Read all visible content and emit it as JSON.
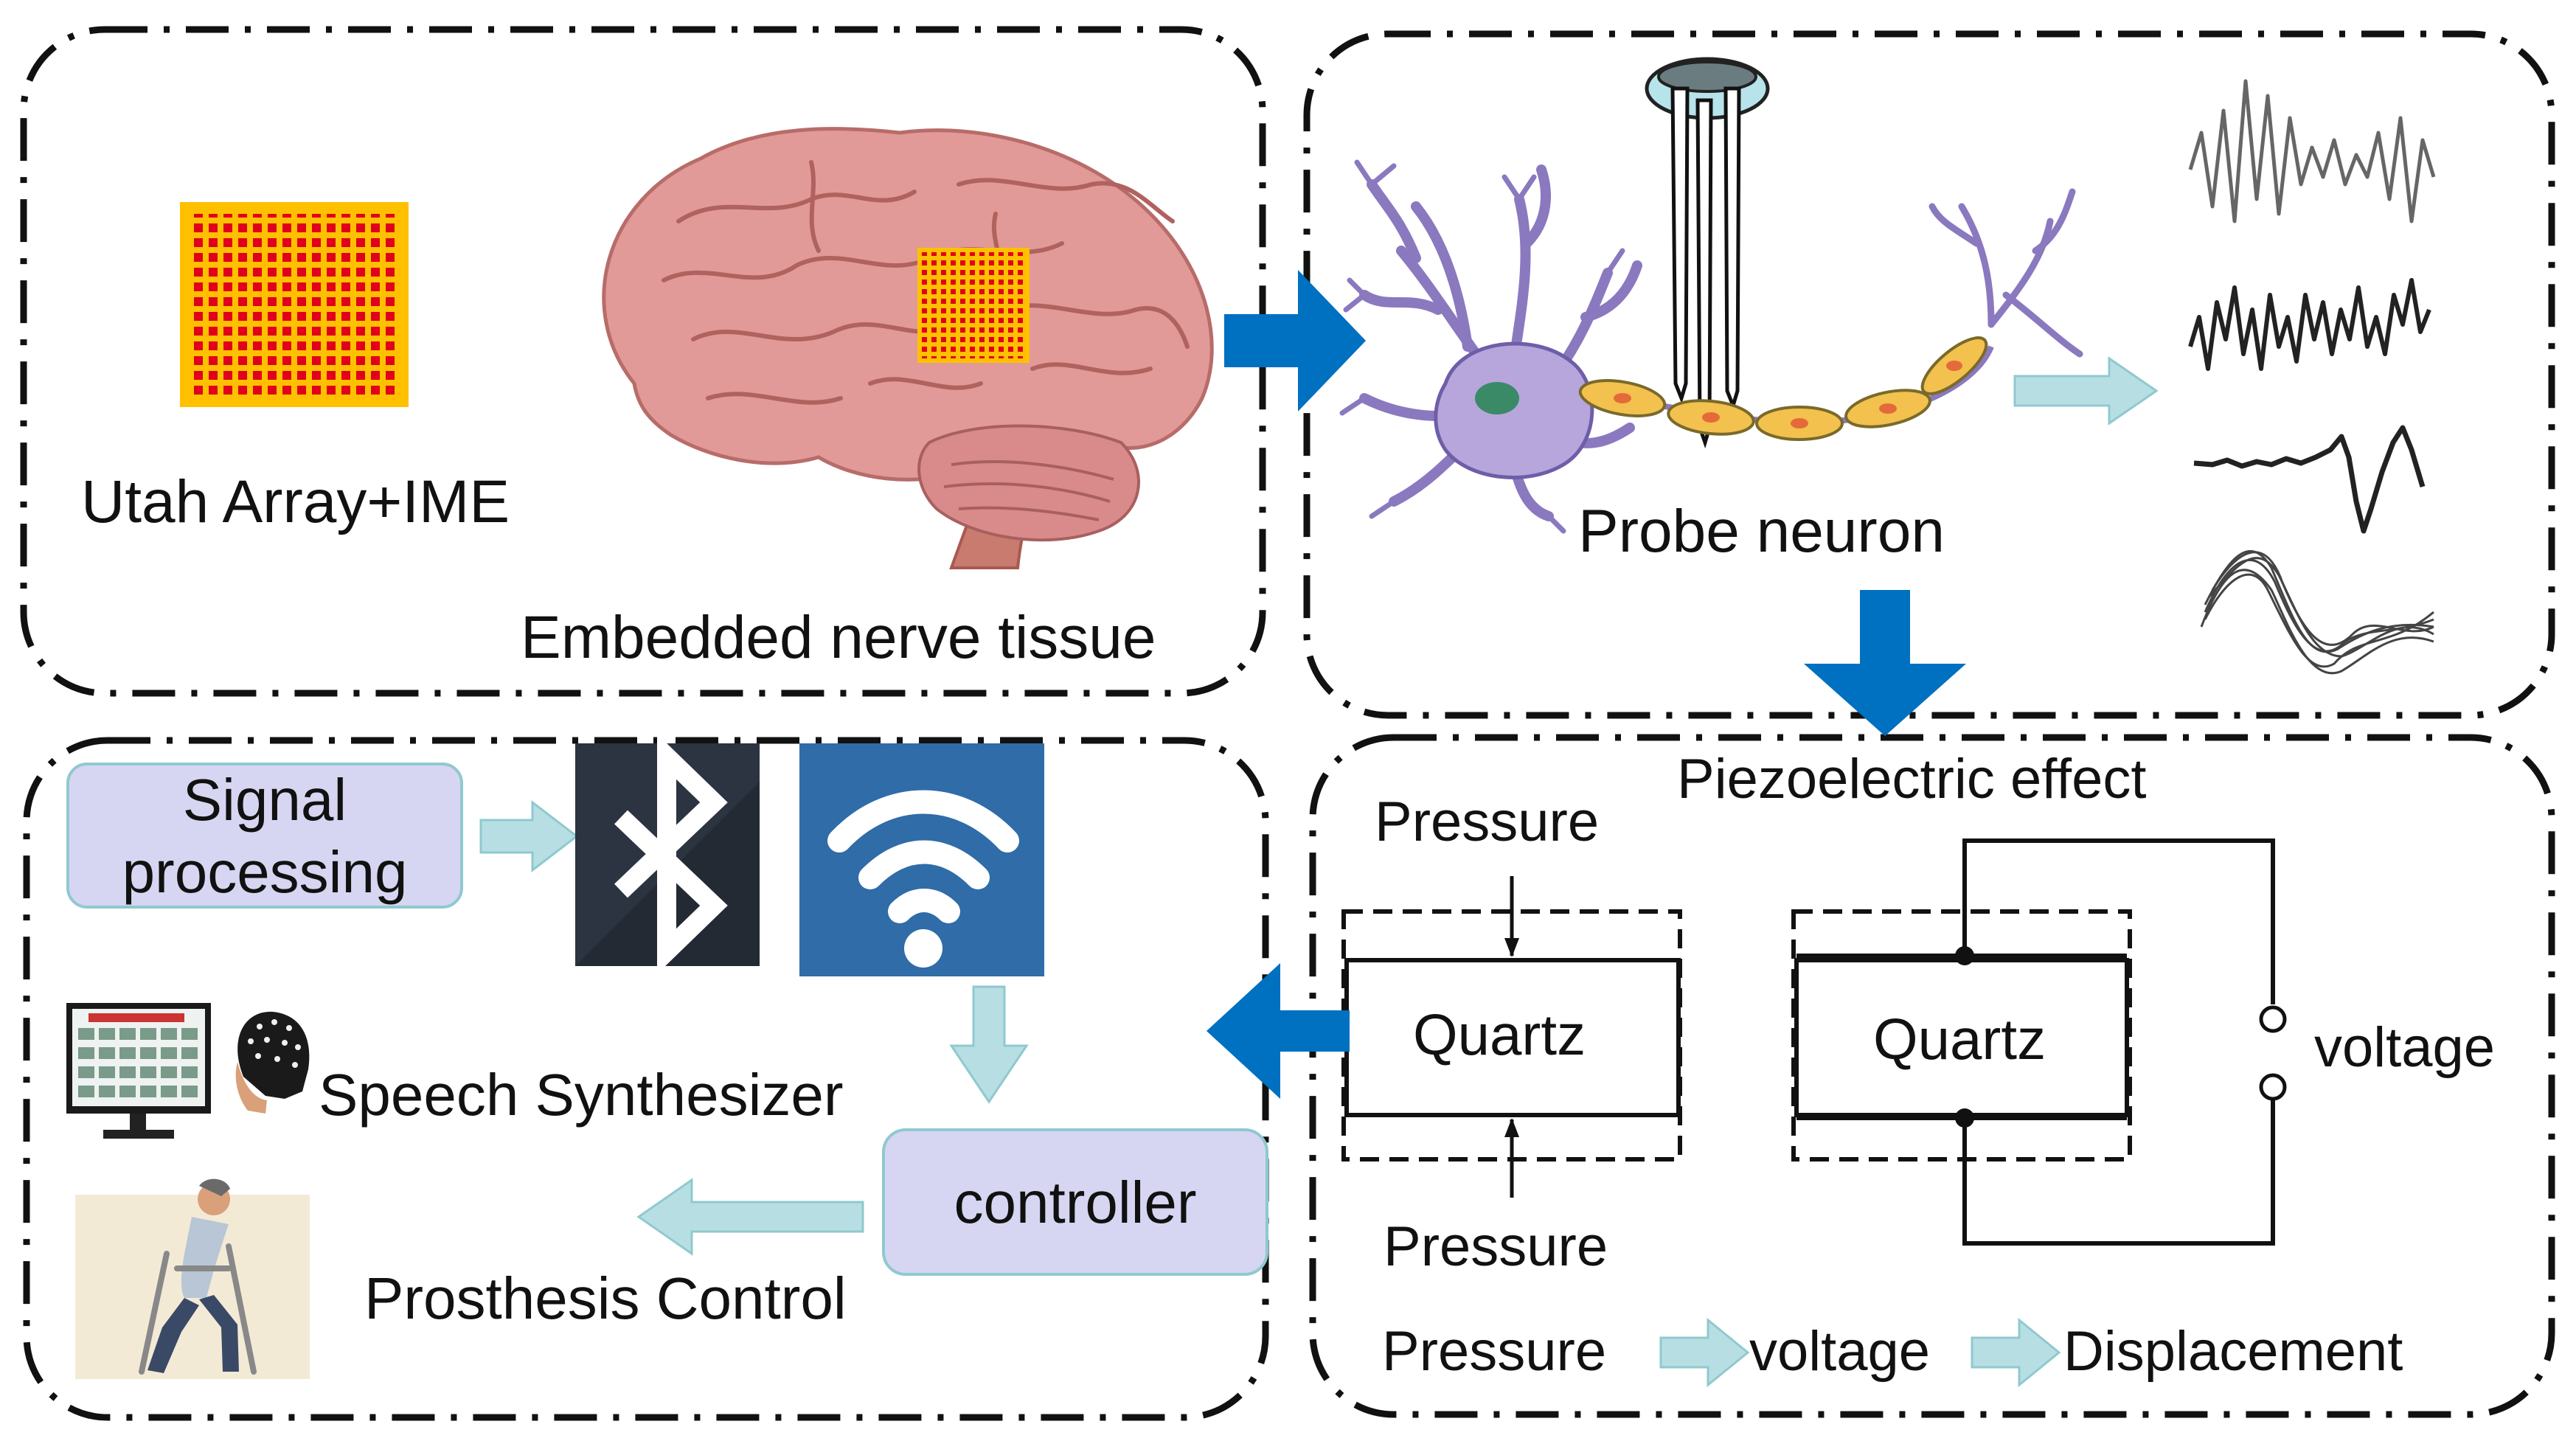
{
  "panels": {
    "implant": {
      "utah_label": "Utah Array+IME",
      "tissue_label": "Embedded nerve tissue"
    },
    "probe": {
      "neuron_label": "Probe neuron"
    },
    "piezo": {
      "title": "Piezoelectric effect",
      "pressure_top": "Pressure",
      "pressure_bottom": "Pressure",
      "quartz_left": "Quartz",
      "quartz_right": "Quartz",
      "voltage_label": "voltage",
      "chain": [
        "Pressure",
        "voltage",
        "Displacement"
      ]
    },
    "output": {
      "signal_processing": [
        "Signal",
        "processing"
      ],
      "speech_label": "Speech Synthesizer",
      "controller_label": "controller",
      "prosthesis_label": "Prosthesis Control"
    }
  },
  "colors": {
    "flow_arrow": "#0070c0",
    "light_arrow": "#b7dfe3",
    "box_fill": "#d6d6f2",
    "box_stroke": "#8fc9cf",
    "array_yellow": "#ffc000",
    "array_red": "#e0001b",
    "brain": "#d98a8a",
    "neuron": "#b7a6dc",
    "myelin": "#f2c14e",
    "bluetooth_bg": "#2b3440",
    "wifi_bg": "#2f6ca8"
  },
  "icons": [
    "bluetooth-icon",
    "wifi-icon",
    "monitor-icon",
    "head-icon",
    "exoskeleton-icon",
    "probe-icon"
  ]
}
